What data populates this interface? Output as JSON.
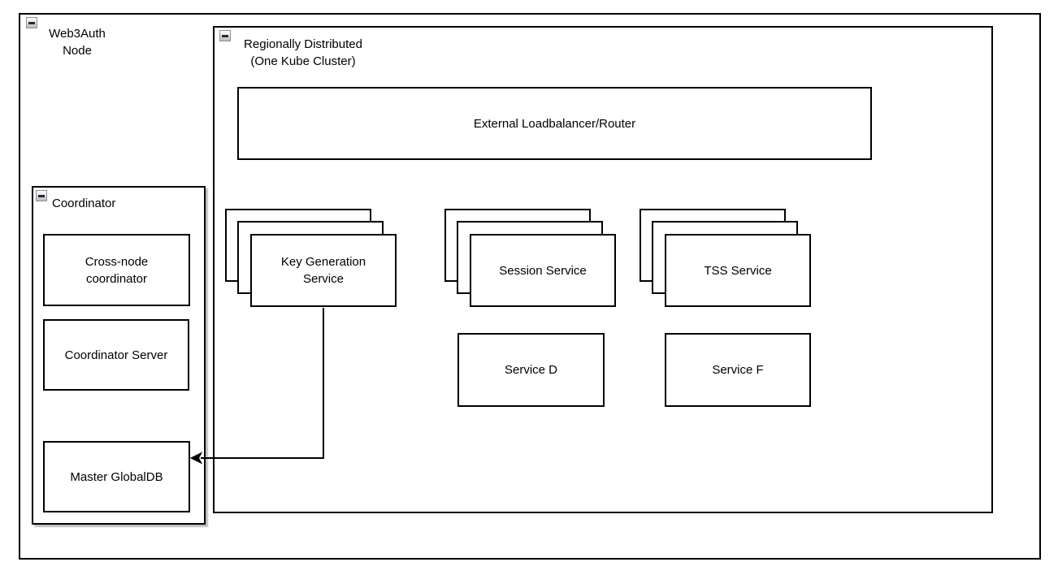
{
  "nodes": {
    "web3auth": {
      "label": "Web3Auth\nNode"
    },
    "region": {
      "label": "Regionally Distributed\n(One Kube Cluster)"
    },
    "coordinator": {
      "label": "Coordinator"
    },
    "external_lb": {
      "label": "External Loadbalancer/Router"
    },
    "cross_node": {
      "label": "Cross-node\ncoordinator"
    },
    "coordinator_server": {
      "label": "Coordinator Server"
    },
    "master_globaldb": {
      "label": "Master GlobalDB"
    },
    "key_generation": {
      "label": "Key Generation\nService"
    },
    "session_service": {
      "label": "Session Service"
    },
    "tss_service": {
      "label": "TSS Service"
    },
    "service_d": {
      "label": "Service D"
    },
    "service_f": {
      "label": "Service F"
    }
  },
  "icons": {
    "collapse": "minus-collapse-icon"
  },
  "edges": [
    {
      "from": "key_generation",
      "to": "master_globaldb",
      "style": "orthogonal-arrow"
    }
  ],
  "colors": {
    "stroke": "#000000",
    "fill": "#ffffff",
    "shadow": "rgba(0,0,0,0.25)"
  }
}
